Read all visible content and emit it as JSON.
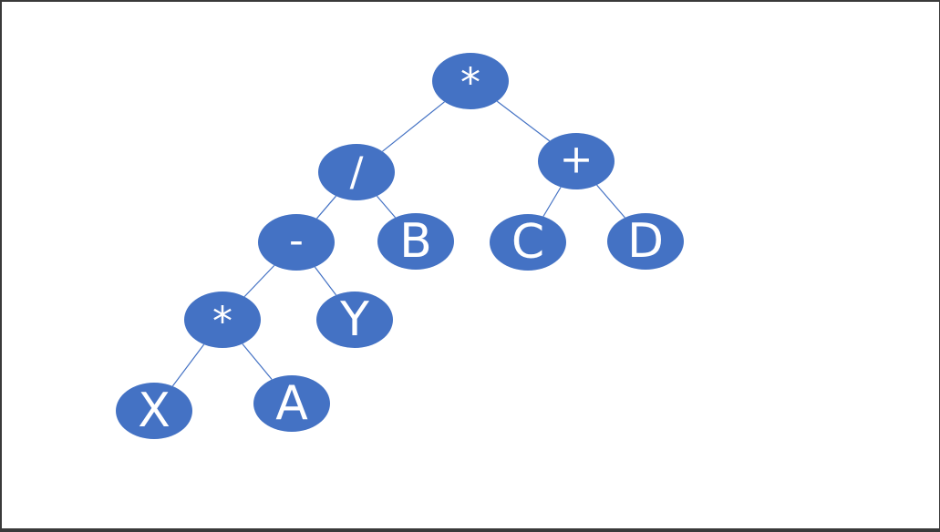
{
  "diagram": {
    "node_fill": "#4472c4",
    "edge_color": "#4472c4",
    "label_color": "#ffffff",
    "nodes": [
      {
        "id": "root",
        "label": "*"
      },
      {
        "id": "div",
        "label": "/"
      },
      {
        "id": "plus",
        "label": "+"
      },
      {
        "id": "minus",
        "label": "-"
      },
      {
        "id": "b",
        "label": "B"
      },
      {
        "id": "c",
        "label": "C"
      },
      {
        "id": "d",
        "label": "D"
      },
      {
        "id": "mul",
        "label": "*"
      },
      {
        "id": "y",
        "label": "Y"
      },
      {
        "id": "x",
        "label": "X"
      },
      {
        "id": "a",
        "label": "A"
      }
    ],
    "edges": [
      {
        "from": "root",
        "to": "div"
      },
      {
        "from": "root",
        "to": "plus"
      },
      {
        "from": "div",
        "to": "minus"
      },
      {
        "from": "div",
        "to": "b"
      },
      {
        "from": "plus",
        "to": "c"
      },
      {
        "from": "plus",
        "to": "d"
      },
      {
        "from": "minus",
        "to": "mul"
      },
      {
        "from": "minus",
        "to": "y"
      },
      {
        "from": "mul",
        "to": "x"
      },
      {
        "from": "mul",
        "to": "a"
      }
    ]
  }
}
